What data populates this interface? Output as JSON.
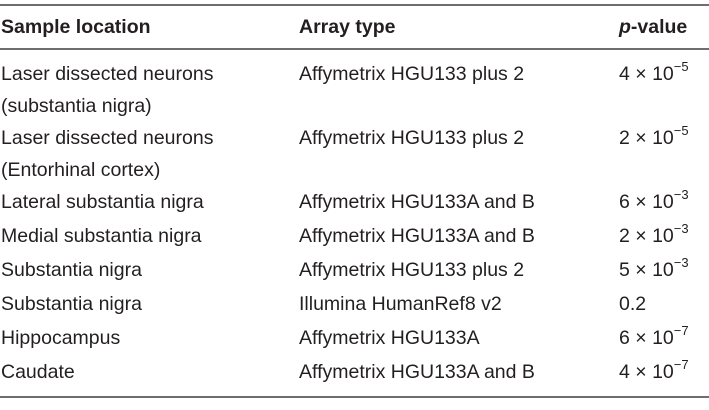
{
  "table": {
    "headers": {
      "sample_location": "Sample location",
      "array_type": "Array type",
      "p_italic": "p",
      "p_rest": "-value"
    },
    "rows": [
      {
        "location": [
          "Laser dissected neurons",
          "(substantia nigra)"
        ],
        "array": "Affymetrix HGU133 plus 2",
        "p_mant": "4 × 10",
        "p_exp": "−5"
      },
      {
        "location": [
          "Laser dissected neurons",
          "(Entorhinal cortex)"
        ],
        "array": "Affymetrix HGU133 plus 2",
        "p_mant": "2 × 10",
        "p_exp": "−5"
      },
      {
        "location": [
          "Lateral substantia nigra"
        ],
        "array": "Affymetrix HGU133A and B",
        "p_mant": "6 × 10",
        "p_exp": "−3"
      },
      {
        "location": [
          "Medial substantia nigra"
        ],
        "array": "Affymetrix HGU133A and B",
        "p_mant": "2 × 10",
        "p_exp": "−3"
      },
      {
        "location": [
          "Substantia nigra"
        ],
        "array": "Affymetrix HGU133 plus 2",
        "p_mant": "5 × 10",
        "p_exp": "−3"
      },
      {
        "location": [
          "Substantia nigra"
        ],
        "array": "Illumina HumanRef8 v2",
        "p_mant": "0.2",
        "p_exp": ""
      },
      {
        "location": [
          "Hippocampus"
        ],
        "array": "Affymetrix HGU133A",
        "p_mant": "6 × 10",
        "p_exp": "−7"
      },
      {
        "location": [
          "Caudate"
        ],
        "array": "Affymetrix HGU133A and B",
        "p_mant": "4 × 10",
        "p_exp": "−7"
      }
    ]
  }
}
